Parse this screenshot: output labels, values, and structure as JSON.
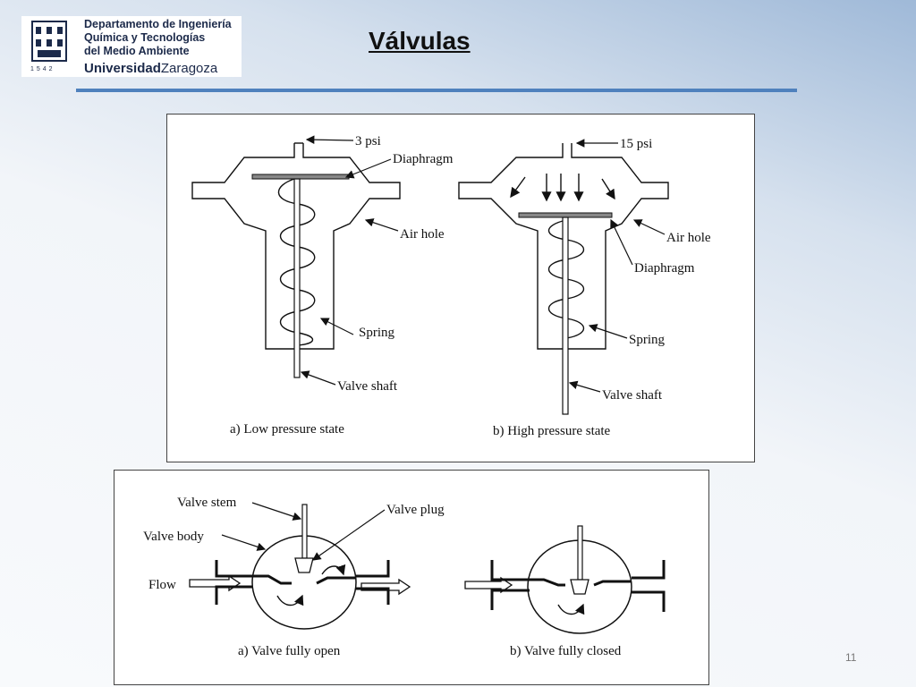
{
  "header": {
    "logo": {
      "line1": "Departamento de Ingeniería",
      "line2": "Química y Tecnologías",
      "line3": "del Medio Ambiente",
      "univ_bold": "Universidad",
      "univ_rest": "Zaragoza",
      "year": "1542"
    },
    "title": "Válvulas",
    "accent_color": "#4f81bd"
  },
  "figure1": {
    "a": {
      "pressure": "3 psi",
      "diaphragm": "Diaphragm",
      "air_hole": "Air hole",
      "spring": "Spring",
      "valve_shaft": "Valve shaft",
      "caption": "a) Low pressure state"
    },
    "b": {
      "pressure": "15 psi",
      "air_hole": "Air hole",
      "diaphragm": "Diaphragm",
      "spring": "Spring",
      "valve_shaft": "Valve shaft",
      "caption": "b) High pressure state"
    }
  },
  "figure2": {
    "valve_stem": "Valve stem",
    "valve_plug": "Valve plug",
    "valve_body": "Valve body",
    "flow": "Flow",
    "caption_a": "a) Valve fully open",
    "caption_b": "b) Valve fully closed"
  },
  "footer": {
    "page_number": "11"
  }
}
